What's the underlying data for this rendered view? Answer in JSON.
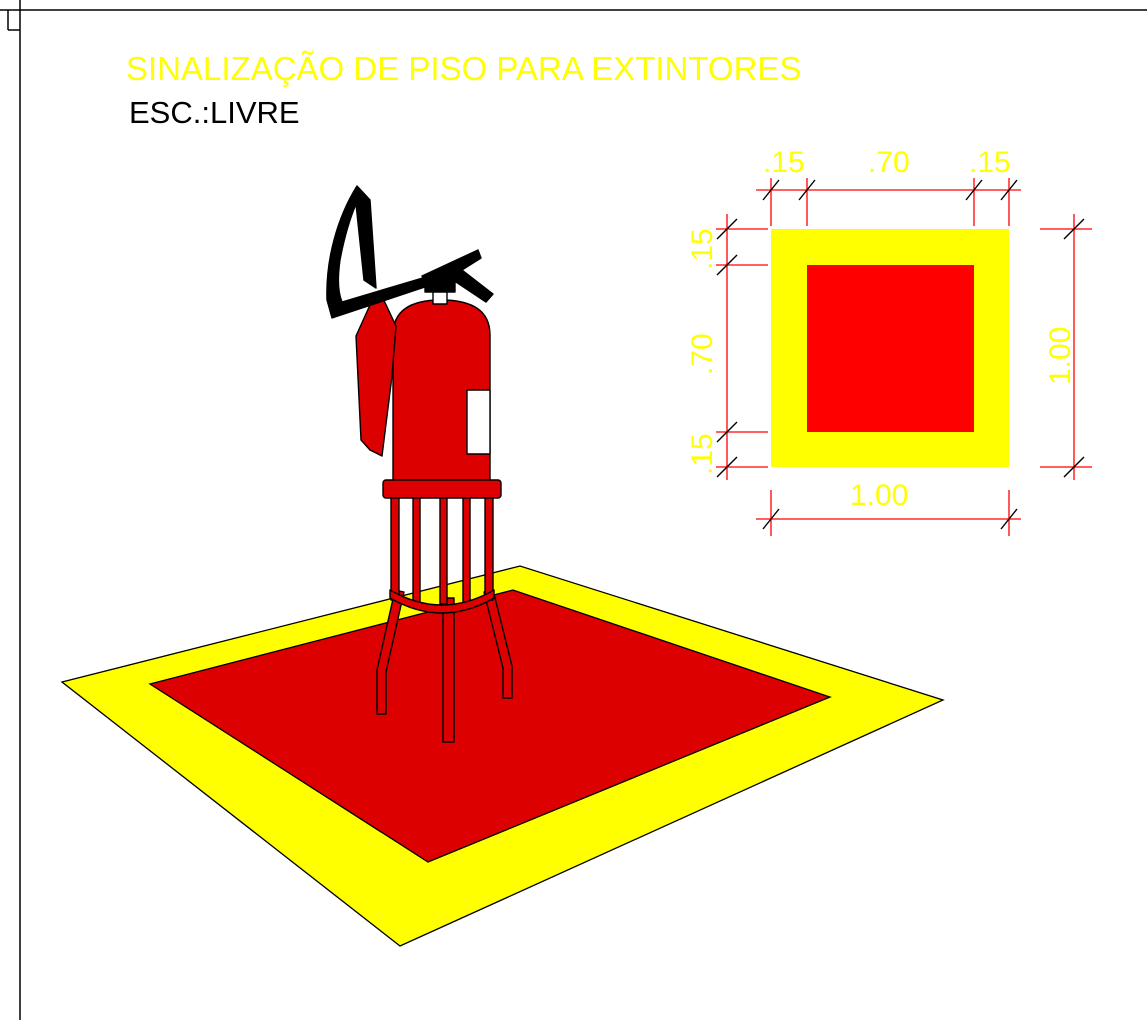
{
  "title": "SINALIZAÇÃO DE PISO PARA EXTINTORES",
  "scale_label": "ESC.:LIVRE",
  "colors": {
    "border_band": "#ffff00",
    "inner_square": "#ff0000",
    "floor_inner": "#dd0000",
    "extinguisher": "#dd0000",
    "dimension_line": "#ff0000",
    "dimension_text": "#ffff00",
    "frame": "#000000"
  },
  "plan_dimensions": {
    "top": [
      ".15",
      ".70",
      ".15"
    ],
    "left": [
      ".15",
      ".70",
      ".15"
    ],
    "right": "1.00",
    "bottom": "1.00"
  }
}
